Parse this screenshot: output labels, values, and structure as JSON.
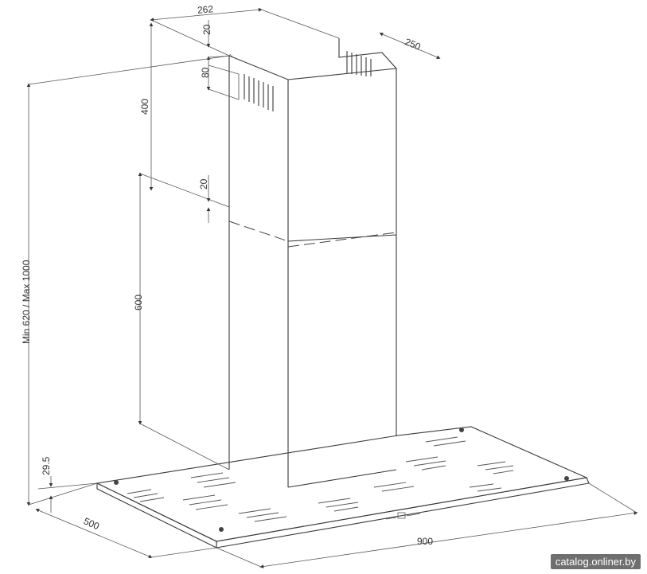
{
  "dimensions": {
    "chimney_width": "262",
    "chimney_depth": "250",
    "top_gap": "20",
    "vent_height": "80",
    "upper_chimney_height": "400",
    "mid_gap": "20",
    "lower_chimney_height": "600",
    "total_height": "Min 620 / Max 1000",
    "canopy_thickness": "29.5",
    "canopy_depth": "500",
    "canopy_width": "900"
  },
  "watermark": "catalog.onliner.by"
}
